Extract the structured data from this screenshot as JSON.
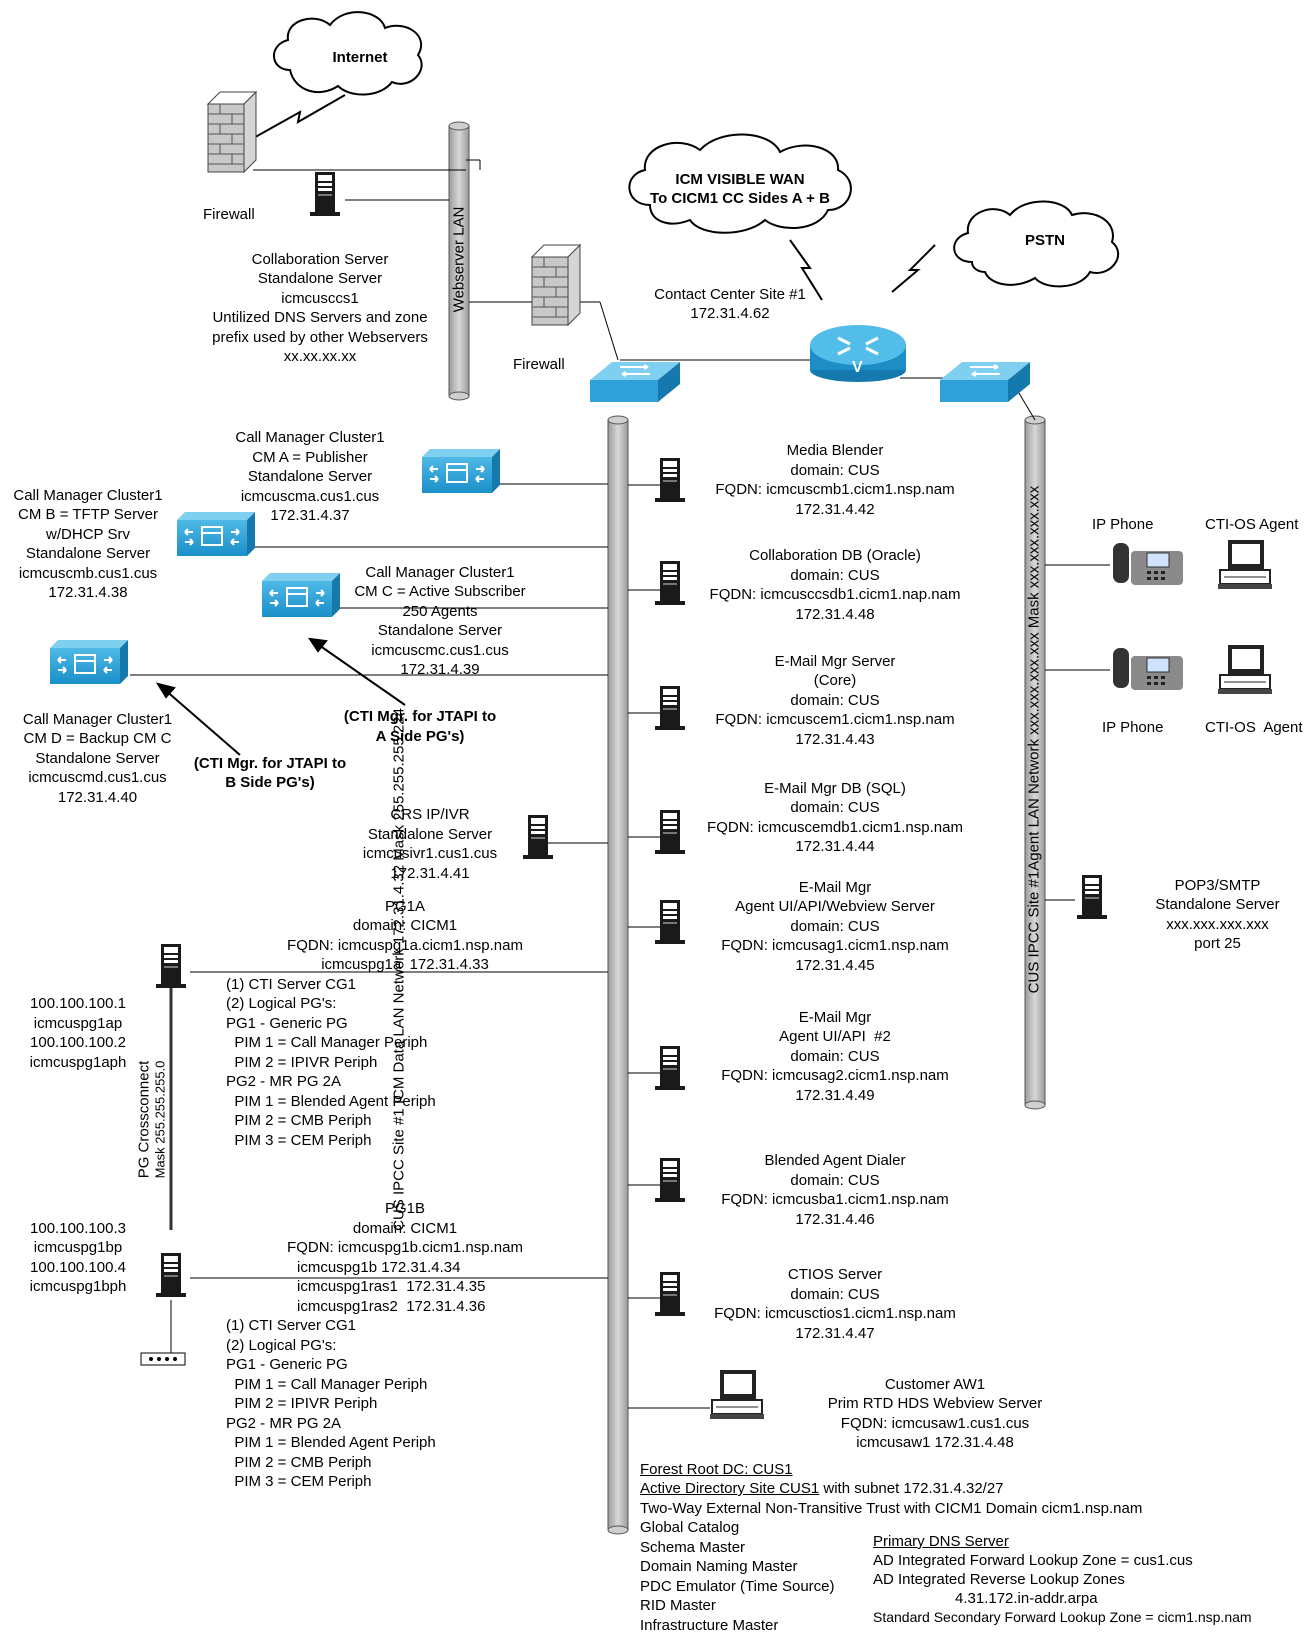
{
  "clouds": {
    "internet": "Internet",
    "wan": [
      "ICM VISIBLE WAN",
      "To CICM1 CC Sides A + B"
    ],
    "pstn": "PSTN"
  },
  "firewall_top": "Firewall",
  "firewall_mid": "Firewall",
  "webserver_lan": "Webserver LAN",
  "collab_server": [
    "Collaboration Server",
    "Standalone Server",
    "icmcusccs1",
    "Untilized DNS Servers and zone",
    "prefix used by other Webservers",
    "xx.xx.xx.xx"
  ],
  "contact_center": [
    "Contact Center Site #1",
    "172.31.4.62"
  ],
  "data_lan": "CUS IPCC Site #1 ICM Data LAN Network 172.31.4.32 Mask 255.255.255.224",
  "agent_lan": "CUS IPCC Site #1Agent LAN Network xxx.xxx.xxx.xxx Mask xxx.xxx.xxx.xxx",
  "crossconnect": [
    "PG Crossconnect",
    "Mask 255.255.255.0"
  ],
  "cm_a": [
    "Call Manager Cluster1",
    "CM A = Publisher",
    "Standalone Server",
    "icmcuscma.cus1.cus",
    "172.31.4.37"
  ],
  "cm_b": [
    "Call Manager Cluster1",
    "CM B = TFTP Server",
    "w/DHCP Srv",
    "Standalone Server",
    "icmcuscmb.cus1.cus",
    "172.31.4.38"
  ],
  "cm_c": [
    "Call Manager Cluster1",
    "CM C = Active Subscriber",
    "250 Agents",
    "Standalone Server",
    "icmcuscmc.cus1.cus",
    "172.31.4.39"
  ],
  "cm_d": [
    "Call Manager Cluster1",
    "CM D = Backup CM C",
    "Standalone Server",
    "icmcuscmd.cus1.cus",
    "172.31.4.40"
  ],
  "cti_a": [
    "(CTI Mgr. for JTAPI to",
    "A Side PG's)"
  ],
  "cti_b": [
    "(CTI Mgr. for JTAPI to",
    "B Side PG's)"
  ],
  "crs": [
    "CRS IP/IVR",
    "Standalone Server",
    "icmcusivr1.cus1.cus",
    "172.31.4.41"
  ],
  "pg1a_head": [
    "PG1A",
    "domain: CICM1",
    "FQDN: icmcuspg1a.cicm1.nsp.nam",
    "icmcuspg1a  172.31.4.33"
  ],
  "pg1a_body": [
    "(1) CTI Server CG1",
    "(2) Logical PG's:",
    "PG1 - Generic PG",
    "  PIM 1 = Call Manager Periph",
    "  PIM 2 = IPIVR Periph",
    "PG2 - MR PG 2A",
    "  PIM 1 = Blended Agent Periph",
    "  PIM 2 = CMB Periph",
    "  PIM 3 = CEM Periph"
  ],
  "pg1a_ips": [
    "100.100.100.1",
    "icmcuspg1ap",
    "100.100.100.2",
    "icmcuspg1aph"
  ],
  "pg1b_head": [
    "PG1B",
    "domain: CICM1",
    "FQDN: icmcuspg1b.cicm1.nsp.nam",
    "icmcuspg1b 172.31.4.34",
    "icmcuspg1ras1  172.31.4.35",
    "icmcuspg1ras2  172.31.4.36"
  ],
  "pg1b_body": [
    "(1) CTI Server CG1",
    "(2) Logical PG's:",
    "PG1 - Generic PG",
    "  PIM 1 = Call Manager Periph",
    "  PIM 2 = IPIVR Periph",
    "PG2 - MR PG 2A",
    "  PIM 1 = Blended Agent Periph",
    "  PIM 2 = CMB Periph",
    "  PIM 3 = CEM Periph"
  ],
  "pg1b_ips": [
    "100.100.100.3",
    "icmcuspg1bp",
    "100.100.100.4",
    "icmcuspg1bph"
  ],
  "media_blender": [
    "Media Blender",
    "domain: CUS",
    "FQDN: icmcuscmb1.cicm1.nsp.nam",
    "172.31.4.42"
  ],
  "collab_db": [
    "Collaboration DB (Oracle)",
    "domain: CUS",
    "FQDN: icmcusccsdb1.cicm1.nap.nam",
    "172.31.4.48"
  ],
  "email_core": [
    "E-Mail Mgr Server",
    "(Core)",
    "domain: CUS",
    "FQDN: icmcuscem1.cicm1.nsp.nam",
    "172.31.4.43"
  ],
  "email_db": [
    "E-Mail Mgr DB (SQL)",
    "domain: CUS",
    "FQDN: icmcuscemdb1.cicm1.nsp.nam",
    "172.31.4.44"
  ],
  "email_ui": [
    "E-Mail Mgr",
    "Agent UI/API/Webview Server",
    "domain: CUS",
    "FQDN: icmcusag1.cicm1.nsp.nam",
    "172.31.4.45"
  ],
  "email_ui2": [
    "E-Mail Mgr",
    "Agent UI/API  #2",
    "domain: CUS",
    "FQDN: icmcusag2.cicm1.nsp.nam",
    "172.31.4.49"
  ],
  "dialer": [
    "Blended Agent Dialer",
    "domain: CUS",
    "FQDN: icmcusba1.cicm1.nsp.nam",
    "172.31.4.46"
  ],
  "ctios": [
    "CTIOS Server",
    "domain: CUS",
    "FQDN: icmcusctios1.cicm1.nsp.nam",
    "172.31.4.47"
  ],
  "aw": [
    "Customer AW1",
    "Prim RTD HDS Webview Server",
    "FQDN: icmcusaw1.cus1.cus",
    "icmcusaw1 172.31.4.48"
  ],
  "ip_phone_1": "IP Phone",
  "ctios_agent_1": "CTI-OS Agent",
  "ip_phone_2": "IP Phone",
  "ctios_agent_2": "CTI-OS  Agent",
  "pop3": [
    "POP3/SMTP",
    "Standalone Server",
    "xxx.xxx.xxx.xxx",
    "port 25"
  ],
  "forest": {
    "u1": "Forest Root DC: CUS1",
    "u2": "Active Directory Site CUS1",
    "u2_rest": " with subnet 172.31.4.32/27",
    "lines": [
      "Two-Way External Non-Transitive Trust with CICM1 Domain cicm1.nsp.nam",
      "Global Catalog",
      "Schema Master",
      "Domain Naming Master",
      "PDC Emulator (Time Source)",
      "RID Master",
      "Infrastructure Master"
    ]
  },
  "dns": {
    "title": "Primary DNS Server",
    "lines": [
      "AD Integrated Forward Lookup Zone = cus1.cus",
      "AD Integrated Reverse Lookup Zones",
      "4.31.172.in-addr.arpa",
      "Standard Secondary Forward Lookup Zone = cicm1.nsp.nam"
    ]
  }
}
